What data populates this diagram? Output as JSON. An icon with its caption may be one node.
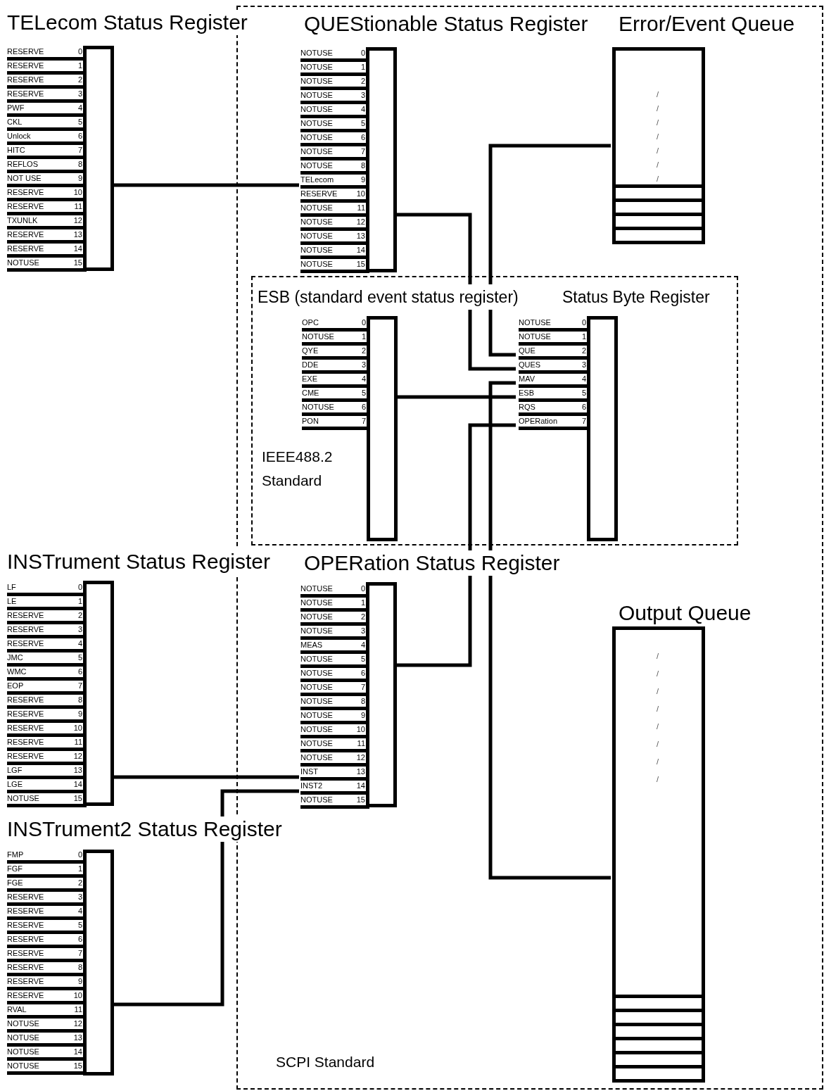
{
  "diagram": {
    "nodes": [
      {
        "text": [
          "SCPI Standard"
        ]
      },
      {
        "text": [
          "IEEE488.2 Standard"
        ],
        "in": 0
      },
      {
        "text": [],
        "shape": "bar",
        "beside": [
          "TELecom Status Register"
        ]
      },
      {
        "text": [],
        "shape": "bar",
        "beside": [
          "QUEStionable Status Register"
        ],
        "in": 0
      },
      {
        "text": [
          "Error/Event Queue",
          "/",
          "/",
          "/",
          "/",
          "/",
          "/",
          "/"
        ],
        "in": 0
      },
      {
        "text": [],
        "shape": "bar",
        "beside": [
          "ESB (standard event status register)"
        ],
        "in": 1
      },
      {
        "text": [],
        "shape": "bar",
        "beside": [
          "Status Byte Register"
        ],
        "in": 1
      },
      {
        "text": [],
        "shape": "bar",
        "beside": [
          "INSTrument Status Register"
        ]
      },
      {
        "text": [],
        "shape": "bar",
        "beside": [
          "OPERation Status Register"
        ],
        "in": 0
      },
      {
        "text": [],
        "shape": "bar",
        "beside": [
          "INSTrument2 Status Register"
        ]
      },
      {
        "text": [
          "Output Queue",
          "/",
          "/",
          "/",
          "/",
          "/",
          "/",
          "/",
          "/"
        ],
        "in": 0
      },
      {
        "text": [
          "RESERVE",
          "0"
        ]
      },
      {
        "text": [
          "RESERVE",
          "1"
        ]
      },
      {
        "text": [
          "RESERVE",
          "2"
        ]
      },
      {
        "text": [
          "RESERVE",
          "3"
        ]
      },
      {
        "text": [
          "PWF",
          "4"
        ]
      },
      {
        "text": [
          "CKL",
          "5"
        ]
      },
      {
        "text": [
          "Unlock",
          "6"
        ]
      },
      {
        "text": [
          "HITC",
          "7"
        ]
      },
      {
        "text": [
          "REFLOS",
          "8"
        ]
      },
      {
        "text": [
          "NOT USE",
          "9"
        ]
      },
      {
        "text": [
          "RESERVE",
          "10"
        ]
      },
      {
        "text": [
          "RESERVE",
          "11"
        ]
      },
      {
        "text": [
          "TXUNLK",
          "12"
        ]
      },
      {
        "text": [
          "RESERVE",
          "13"
        ]
      },
      {
        "text": [
          "RESERVE",
          "14"
        ]
      },
      {
        "text": [
          "NOTUSE",
          "15"
        ]
      },
      {
        "text": [
          "NOTUSE",
          "0"
        ],
        "in": 0
      },
      {
        "text": [
          "NOTUSE",
          "1"
        ],
        "in": 0
      },
      {
        "text": [
          "NOTUSE",
          "2"
        ],
        "in": 0
      },
      {
        "text": [
          "NOTUSE",
          "3"
        ],
        "in": 0
      },
      {
        "text": [
          "NOTUSE",
          "4"
        ],
        "in": 0
      },
      {
        "text": [
          "NOTUSE",
          "5"
        ],
        "in": 0
      },
      {
        "text": [
          "NOTUSE",
          "6"
        ],
        "in": 0
      },
      {
        "text": [
          "NOTUSE",
          "7"
        ],
        "in": 0
      },
      {
        "text": [
          "NOTUSE",
          "8"
        ],
        "in": 0
      },
      {
        "text": [
          "TELecom",
          "9"
        ],
        "in": 0
      },
      {
        "text": [
          "RESERVE",
          "10"
        ],
        "in": 0
      },
      {
        "text": [
          "NOTUSE",
          "11"
        ],
        "in": 0
      },
      {
        "text": [
          "NOTUSE",
          "12"
        ],
        "in": 0
      },
      {
        "text": [
          "NOTUSE",
          "13"
        ],
        "in": 0
      },
      {
        "text": [
          "NOTUSE",
          "14"
        ],
        "in": 0
      },
      {
        "text": [
          "NOTUSE",
          "15"
        ],
        "in": 0
      },
      {
        "text": [
          "OPC",
          "0"
        ],
        "in": 1
      },
      {
        "text": [
          "NOTUSE",
          "1"
        ],
        "in": 1
      },
      {
        "text": [
          "QYE",
          "2"
        ],
        "in": 1
      },
      {
        "text": [
          "DDE",
          "3"
        ],
        "in": 1
      },
      {
        "text": [
          "EXE",
          "4"
        ],
        "in": 1
      },
      {
        "text": [
          "CME",
          "5"
        ],
        "in": 1
      },
      {
        "text": [
          "NOTUSE",
          "6"
        ],
        "in": 1
      },
      {
        "text": [
          "PON",
          "7"
        ],
        "in": 1
      },
      {
        "text": [
          "NOTUSE",
          "0"
        ],
        "in": 1
      },
      {
        "text": [
          "NOTUSE",
          "1"
        ],
        "in": 1
      },
      {
        "text": [
          "QUE",
          "2"
        ],
        "in": 1
      },
      {
        "text": [
          "QUES",
          "3"
        ],
        "in": 1
      },
      {
        "text": [
          "MAV",
          "4"
        ],
        "in": 1
      },
      {
        "text": [
          "ESB",
          "5"
        ],
        "in": 1
      },
      {
        "text": [
          "RQS",
          "6"
        ],
        "in": 1
      },
      {
        "text": [
          "OPERation",
          "7"
        ],
        "in": 1
      },
      {
        "text": [
          "LF",
          "0"
        ]
      },
      {
        "text": [
          "LE",
          "1"
        ]
      },
      {
        "text": [
          "RESERVE",
          "2"
        ]
      },
      {
        "text": [
          "RESERVE",
          "3"
        ]
      },
      {
        "text": [
          "RESERVE",
          "4"
        ]
      },
      {
        "text": [
          "JMC",
          "5"
        ]
      },
      {
        "text": [
          "WMC",
          "6"
        ]
      },
      {
        "text": [
          "EOP",
          "7"
        ]
      },
      {
        "text": [
          "RESERVE",
          "8"
        ]
      },
      {
        "text": [
          "RESERVE",
          "9"
        ]
      },
      {
        "text": [
          "RESERVE",
          "10"
        ]
      },
      {
        "text": [
          "RESERVE",
          "11"
        ]
      },
      {
        "text": [
          "RESERVE",
          "12"
        ]
      },
      {
        "text": [
          "LGF",
          "13"
        ]
      },
      {
        "text": [
          "LGE",
          "14"
        ]
      },
      {
        "text": [
          "NOTUSE",
          "15"
        ]
      },
      {
        "text": [
          "NOTUSE",
          "0"
        ],
        "in": 0
      },
      {
        "text": [
          "NOTUSE",
          "1"
        ],
        "in": 0
      },
      {
        "text": [
          "NOTUSE",
          "2"
        ],
        "in": 0
      },
      {
        "text": [
          "NOTUSE",
          "3"
        ],
        "in": 0
      },
      {
        "text": [
          "MEAS",
          "4"
        ],
        "in": 0
      },
      {
        "text": [
          "NOTUSE",
          "5"
        ],
        "in": 0
      },
      {
        "text": [
          "NOTUSE",
          "6"
        ],
        "in": 0
      },
      {
        "text": [
          "NOTUSE",
          "7"
        ],
        "in": 0
      },
      {
        "text": [
          "NOTUSE",
          "8"
        ],
        "in": 0
      },
      {
        "text": [
          "NOTUSE",
          "9"
        ],
        "in": 0
      },
      {
        "text": [
          "NOTUSE",
          "10"
        ],
        "in": 0
      },
      {
        "text": [
          "NOTUSE",
          "11"
        ],
        "in": 0
      },
      {
        "text": [
          "NOTUSE",
          "12"
        ],
        "in": 0
      },
      {
        "text": [
          "INST",
          "13"
        ],
        "in": 0
      },
      {
        "text": [
          "INST2",
          "14"
        ],
        "in": 0
      },
      {
        "text": [
          "NOTUSE",
          "15"
        ],
        "in": 0
      },
      {
        "text": [
          "FMP",
          "0"
        ]
      },
      {
        "text": [
          "FGF",
          "1"
        ]
      },
      {
        "text": [
          "FGE",
          "2"
        ]
      },
      {
        "text": [
          "RESERVE",
          "3"
        ]
      },
      {
        "text": [
          "RESERVE",
          "4"
        ]
      },
      {
        "text": [
          "RESERVE",
          "5"
        ]
      },
      {
        "text": [
          "RESERVE",
          "6"
        ]
      },
      {
        "text": [
          "RESERVE",
          "7"
        ]
      },
      {
        "text": [
          "RESERVE",
          "8"
        ]
      },
      {
        "text": [
          "RESERVE",
          "9"
        ]
      },
      {
        "text": [
          "RESERVE",
          "10"
        ]
      },
      {
        "text": [
          "RVAL",
          "11"
        ]
      },
      {
        "text": [
          "NOTUSE",
          "12"
        ]
      },
      {
        "text": [
          "NOTUSE",
          "13"
        ]
      },
      {
        "text": [
          "NOTUSE",
          "14"
        ]
      },
      {
        "text": [
          "NOTUSE",
          "15"
        ]
      }
    ],
    "edges": [
      {
        "from": 2,
        "to": 36,
        "arrow": "none"
      },
      {
        "from": 3,
        "to": 54,
        "arrow": "none"
      },
      {
        "from": 4,
        "to": 53,
        "arrow": "none"
      },
      {
        "from": 5,
        "to": 56,
        "arrow": "none"
      },
      {
        "from": 10,
        "to": 55,
        "arrow": "none"
      },
      {
        "from": 8,
        "to": 58,
        "arrow": "none"
      },
      {
        "from": 7,
        "to": 88,
        "arrow": "none"
      },
      {
        "from": 9,
        "to": 89,
        "arrow": "none"
      }
    ]
  }
}
